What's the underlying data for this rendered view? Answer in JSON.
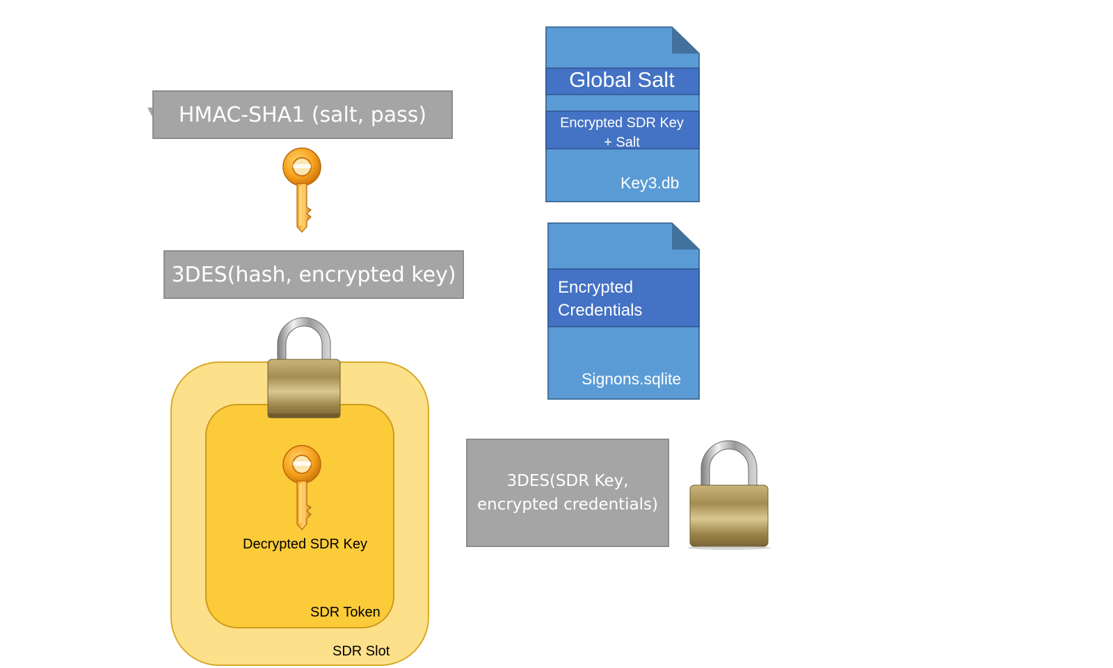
{
  "diagram": {
    "hmac_label": "HMAC-SHA1 (salt, pass)",
    "des_hash_label": "3DES(hash, encrypted key)",
    "des_sdr_label_line1": "3DES(SDR Key,",
    "des_sdr_label_line2": "encrypted credentials)",
    "sdr_slot_label": "SDR Slot",
    "sdr_token_label": "SDR Token",
    "decrypted_key_label": "Decrypted SDR Key"
  },
  "key3_file": {
    "global_salt": "Global Salt",
    "enc_key_line1": "Encrypted SDR Key",
    "enc_key_line2": "+ Salt",
    "filename": "Key3.db"
  },
  "signons_file": {
    "enc_line1": "Encrypted",
    "enc_line2": "Credentials",
    "filename": "Signons.sqlite"
  },
  "colors": {
    "file_body": "#5b9bd5",
    "file_band": "#4472c4",
    "gray_box": "#a5a5a5",
    "slot": "#fde08a",
    "token": "#fbcb3a"
  },
  "icons": [
    "key-icon",
    "key-icon",
    "padlock-icon",
    "padlock-icon"
  ]
}
